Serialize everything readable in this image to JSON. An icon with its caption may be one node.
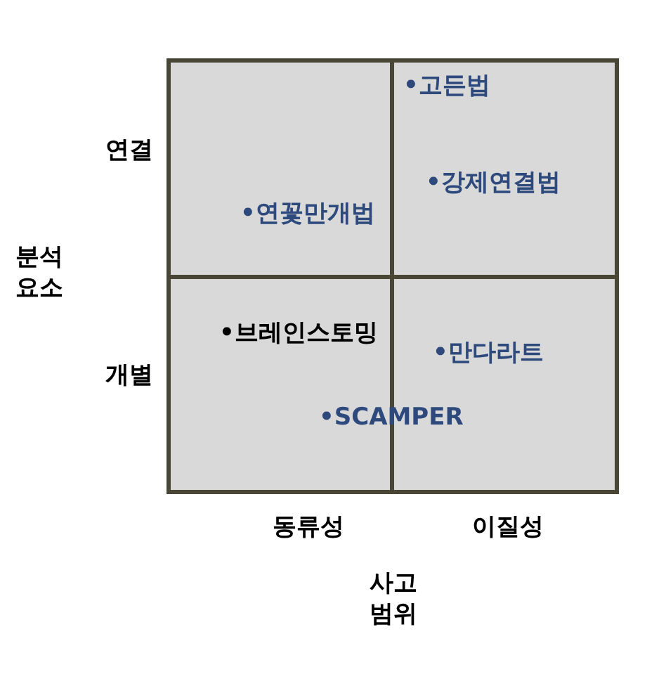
{
  "diagram": {
    "labels": [
      "•고든법",
      "연결",
      "•강제연결법",
      "•연꽃만개법",
      "분석 요소",
      "•브레인스토밍",
      "•만다라트",
      "개별",
      "•SCAMPER",
      "동류성",
      "이질성",
      "사고 범위"
    ]
  }
}
